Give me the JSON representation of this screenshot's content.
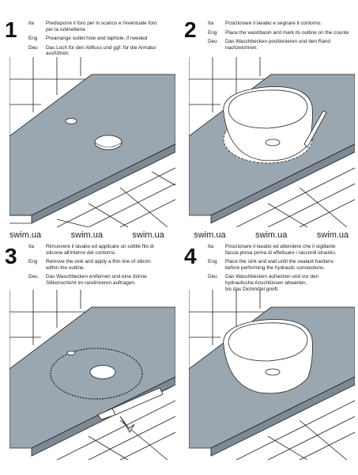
{
  "steps": [
    {
      "number": "1",
      "lines": [
        {
          "lang": "Ita",
          "text": "Predisporre il foro per lo scarico e l'eventuale foro\nper la rubinetteria"
        },
        {
          "lang": "Eng",
          "text": "Prearrange outlet hole and taphole, if needed"
        },
        {
          "lang": "Deu",
          "text": "Das Loch für den Abfluss und ggf. für die Armatur\nausführen."
        }
      ]
    },
    {
      "number": "2",
      "lines": [
        {
          "lang": "Ita",
          "text": "Posizionare il lavabo e segnare il contorno."
        },
        {
          "lang": "Eng",
          "text": "Place the washbasin and mark its outline on the counte"
        },
        {
          "lang": "Deu",
          "text": "Das Waschbecken positionieren und den Rand\nnachzeichnen."
        }
      ]
    },
    {
      "number": "3",
      "lines": [
        {
          "lang": "Ita",
          "text": "Rimuovere il lavabo ed applicare un sottile filo di\nsilicone all'interno del contorno."
        },
        {
          "lang": "Eng",
          "text": "Remove the sink and apply a thin line of silicon\nwithin the outline."
        },
        {
          "lang": "Deu",
          "text": "Das Waschbecken entfernen und eine dünne\nSilikonschicht im randinneren auftragen."
        }
      ]
    },
    {
      "number": "4",
      "lines": [
        {
          "lang": "Ita",
          "text": "Posizionare il lavabo ed attendere che il sigillante\nfaccia presa prima di effettuare i raccordi idraulici."
        },
        {
          "lang": "Eng",
          "text": "Place the sink and wait until the sealant hardens\nbefore performing the hydraulic connections."
        },
        {
          "lang": "Deu",
          "text": "Das Waschbecken aufsetzen und vor den\nhydraulische Anschlüssen abwarten,\nbis das Dichmittel greift."
        }
      ]
    }
  ],
  "watermark": [
    "swim.ua",
    "swim.ua",
    "swim.ua",
    "swim.ua",
    "swim.ua",
    "swim.ua"
  ]
}
